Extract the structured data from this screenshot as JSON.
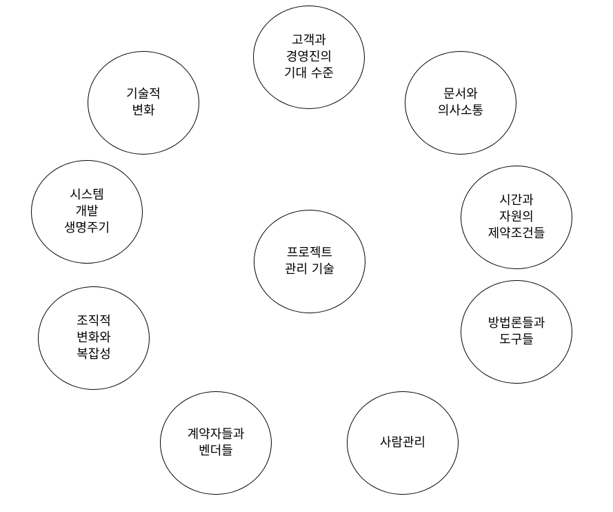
{
  "diagram": {
    "center": {
      "lines": [
        "프로젝트",
        "관리 기술"
      ]
    },
    "nodes": [
      {
        "id": "customer-expectations",
        "lines": [
          "고객과",
          "경영진의",
          "기대 수준"
        ]
      },
      {
        "id": "documentation-communication",
        "lines": [
          "문서와",
          "의사소통"
        ]
      },
      {
        "id": "time-resource-constraints",
        "lines": [
          "시간과",
          "자원의",
          "제약조건들"
        ]
      },
      {
        "id": "methodologies-tools",
        "lines": [
          "방법론들과",
          "도구들"
        ]
      },
      {
        "id": "people-management",
        "lines": [
          "사람관리"
        ]
      },
      {
        "id": "contractors-vendors",
        "lines": [
          "계약자들과",
          "벤더들"
        ]
      },
      {
        "id": "organizational-change",
        "lines": [
          "조직적",
          "변화와",
          "복잡성"
        ]
      },
      {
        "id": "system-lifecycle",
        "lines": [
          "시스템",
          "개발",
          "생명주기"
        ]
      },
      {
        "id": "technological-change",
        "lines": [
          "기술적",
          "변화"
        ]
      }
    ]
  }
}
